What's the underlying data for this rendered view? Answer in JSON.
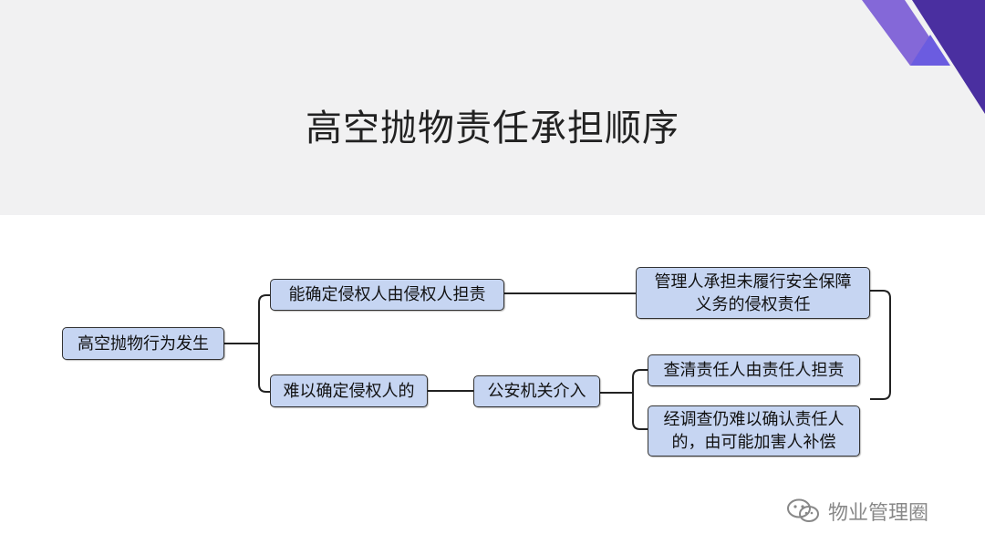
{
  "slide": {
    "title": "高空抛物责任承担顺序",
    "colors": {
      "node_fill": "#c6d5f2",
      "header_band": "#f1f1f2",
      "corner_dark": "#4a2fa0",
      "corner_mid": "#8468d8",
      "corner_light": "#6b5ce0"
    }
  },
  "flowchart": {
    "nodes": {
      "root": "高空抛物行为发生",
      "identified": "能确定侵权人由侵权人担责",
      "unidentified": "难以确定侵权人的",
      "police": "公安机关介入",
      "manager": "管理人承担未履行安全保障\n义务的侵权责任",
      "found": "查清责任人由责任人担责",
      "compensation": "经调查仍难以确认责任人\n的，由可能加害人补偿"
    }
  },
  "watermark": {
    "icon": "wechat-icon",
    "text": "物业管理圈"
  }
}
